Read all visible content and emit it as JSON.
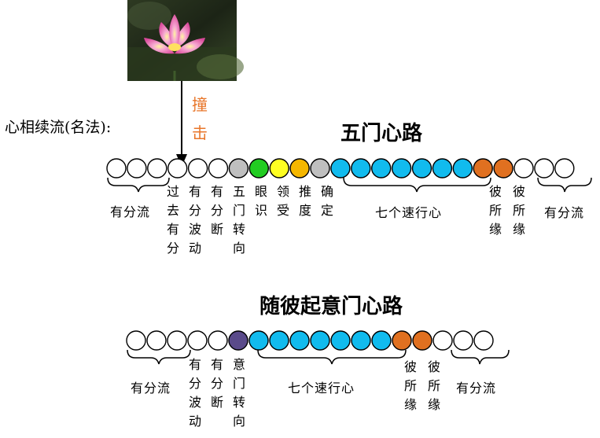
{
  "stimulus": {
    "image": "lotus-flower-photo",
    "impact_label": [
      "撞",
      "击"
    ],
    "impact_color": "#E8762A"
  },
  "stream_label": "心相续流(名法):",
  "five_door": {
    "title": "五门心路",
    "mind_moments": [
      {
        "kind": "bhavanga",
        "color": "#FFFFFF"
      },
      {
        "kind": "bhavanga",
        "color": "#FFFFFF"
      },
      {
        "kind": "bhavanga",
        "color": "#FFFFFF"
      },
      {
        "kind": "past-bhavanga",
        "color": "#FFFFFF"
      },
      {
        "kind": "vibrational-bhavanga",
        "color": "#FFFFFF"
      },
      {
        "kind": "arrest-bhavanga",
        "color": "#FFFFFF"
      },
      {
        "kind": "five-door-adverting",
        "color": "#BFBFBF"
      },
      {
        "kind": "eye-consciousness",
        "color": "#22CC22"
      },
      {
        "kind": "receiving",
        "color": "#FFFF22"
      },
      {
        "kind": "investigating",
        "color": "#F5B700"
      },
      {
        "kind": "determining",
        "color": "#BFBFBF"
      },
      {
        "kind": "javana",
        "color": "#11BBEE"
      },
      {
        "kind": "javana",
        "color": "#11BBEE"
      },
      {
        "kind": "javana",
        "color": "#11BBEE"
      },
      {
        "kind": "javana",
        "color": "#11BBEE"
      },
      {
        "kind": "javana",
        "color": "#11BBEE"
      },
      {
        "kind": "javana",
        "color": "#11BBEE"
      },
      {
        "kind": "javana",
        "color": "#11BBEE"
      },
      {
        "kind": "registration",
        "color": "#E07020"
      },
      {
        "kind": "registration",
        "color": "#E07020"
      },
      {
        "kind": "bhavanga",
        "color": "#FFFFFF"
      },
      {
        "kind": "bhavanga",
        "color": "#FFFFFF"
      },
      {
        "kind": "bhavanga",
        "color": "#FFFFFF"
      }
    ],
    "labels": {
      "bhavanga_start": "有分流",
      "past_bhavanga": "过去有分",
      "vibrational_bhavanga": "有分波动",
      "arrest_bhavanga": "有分断",
      "five_door_adverting": "五门转向",
      "eye_consciousness": "眼识",
      "receiving": "领受",
      "investigating": "推度",
      "determining": "确定",
      "javana": "七个速行心",
      "registration_1": "彼所缘",
      "registration_2": "彼所缘",
      "bhavanga_end": "有分流"
    }
  },
  "mind_door": {
    "title": "随彼起意门心路",
    "mind_moments": [
      {
        "kind": "bhavanga",
        "color": "#FFFFFF"
      },
      {
        "kind": "bhavanga",
        "color": "#FFFFFF"
      },
      {
        "kind": "bhavanga",
        "color": "#FFFFFF"
      },
      {
        "kind": "vibrational-bhavanga",
        "color": "#FFFFFF"
      },
      {
        "kind": "arrest-bhavanga",
        "color": "#FFFFFF"
      },
      {
        "kind": "mind-door-adverting",
        "color": "#5A4A8A"
      },
      {
        "kind": "javana",
        "color": "#11BBEE"
      },
      {
        "kind": "javana",
        "color": "#11BBEE"
      },
      {
        "kind": "javana",
        "color": "#11BBEE"
      },
      {
        "kind": "javana",
        "color": "#11BBEE"
      },
      {
        "kind": "javana",
        "color": "#11BBEE"
      },
      {
        "kind": "javana",
        "color": "#11BBEE"
      },
      {
        "kind": "javana",
        "color": "#11BBEE"
      },
      {
        "kind": "registration",
        "color": "#E07020"
      },
      {
        "kind": "registration",
        "color": "#E07020"
      },
      {
        "kind": "bhavanga",
        "color": "#FFFFFF"
      },
      {
        "kind": "bhavanga",
        "color": "#FFFFFF"
      },
      {
        "kind": "bhavanga",
        "color": "#FFFFFF"
      }
    ],
    "labels": {
      "bhavanga_start": "有分流",
      "vibrational_bhavanga": "有分波动",
      "arrest_bhavanga": "有分断",
      "mind_door_adverting": "意门转向",
      "javana": "七个速行心",
      "registration_1": "彼所缘",
      "registration_2": "彼所缘",
      "bhavanga_end": "有分流"
    }
  }
}
